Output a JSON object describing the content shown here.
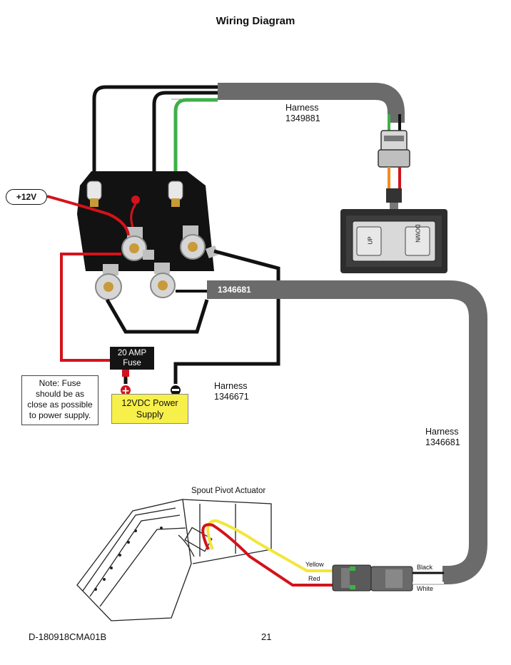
{
  "title": "Wiring Diagram",
  "labels": {
    "plus12v": "+12V",
    "harness_top": [
      "Harness",
      "1349881"
    ],
    "harness_mid": [
      "Harness",
      "1346671"
    ],
    "harness_right": [
      "Harness",
      "1346681"
    ],
    "harness_tag": "1346681",
    "fuse": [
      "20 AMP",
      "Fuse"
    ],
    "power_supply": [
      "12VDC Power",
      "Supply"
    ],
    "note": [
      "Note: Fuse",
      "should be as",
      "close as possible",
      "to power supply."
    ],
    "actuator": "Spout Pivot Actuator",
    "wire_yellow": "Yellow",
    "wire_red": "Red",
    "wire_black": "Black",
    "wire_white": "White",
    "switch_up": "UP",
    "switch_down": "DOWN"
  },
  "colors": {
    "harness": "#6b6b6b",
    "wire_red": "#d3121b",
    "wire_green": "#3eb049",
    "wire_yellow": "#f2e63a",
    "wire_orange": "#f28c1e",
    "power_box": "#f8f04a"
  },
  "footer": {
    "doc_id": "D-180918CMA01B",
    "page": "21"
  }
}
